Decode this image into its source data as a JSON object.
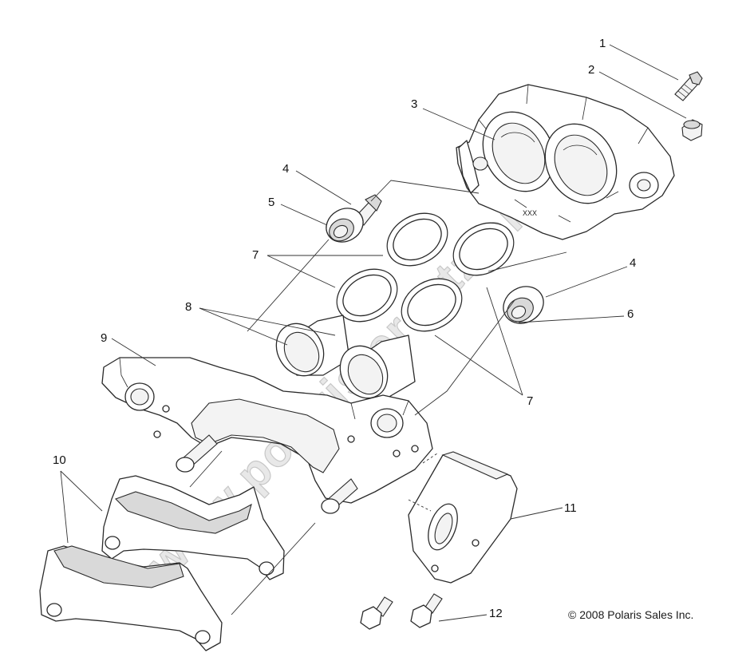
{
  "diagram": {
    "callouts": [
      {
        "id": "c1",
        "label": "1"
      },
      {
        "id": "c2",
        "label": "2"
      },
      {
        "id": "c3",
        "label": "3"
      },
      {
        "id": "c4a",
        "label": "4"
      },
      {
        "id": "c5",
        "label": "5"
      },
      {
        "id": "c4b",
        "label": "4"
      },
      {
        "id": "c6",
        "label": "6"
      },
      {
        "id": "c7a",
        "label": "7"
      },
      {
        "id": "c7b",
        "label": "7"
      },
      {
        "id": "c8",
        "label": "8"
      },
      {
        "id": "c9",
        "label": "9"
      },
      {
        "id": "c10",
        "label": "10"
      },
      {
        "id": "c11",
        "label": "11"
      },
      {
        "id": "c12",
        "label": "12"
      }
    ],
    "caliper_marking": "XXX",
    "copyright": "© 2008 Polaris Sales Inc.",
    "watermark": "www.polaris-ersatzteile.de"
  }
}
